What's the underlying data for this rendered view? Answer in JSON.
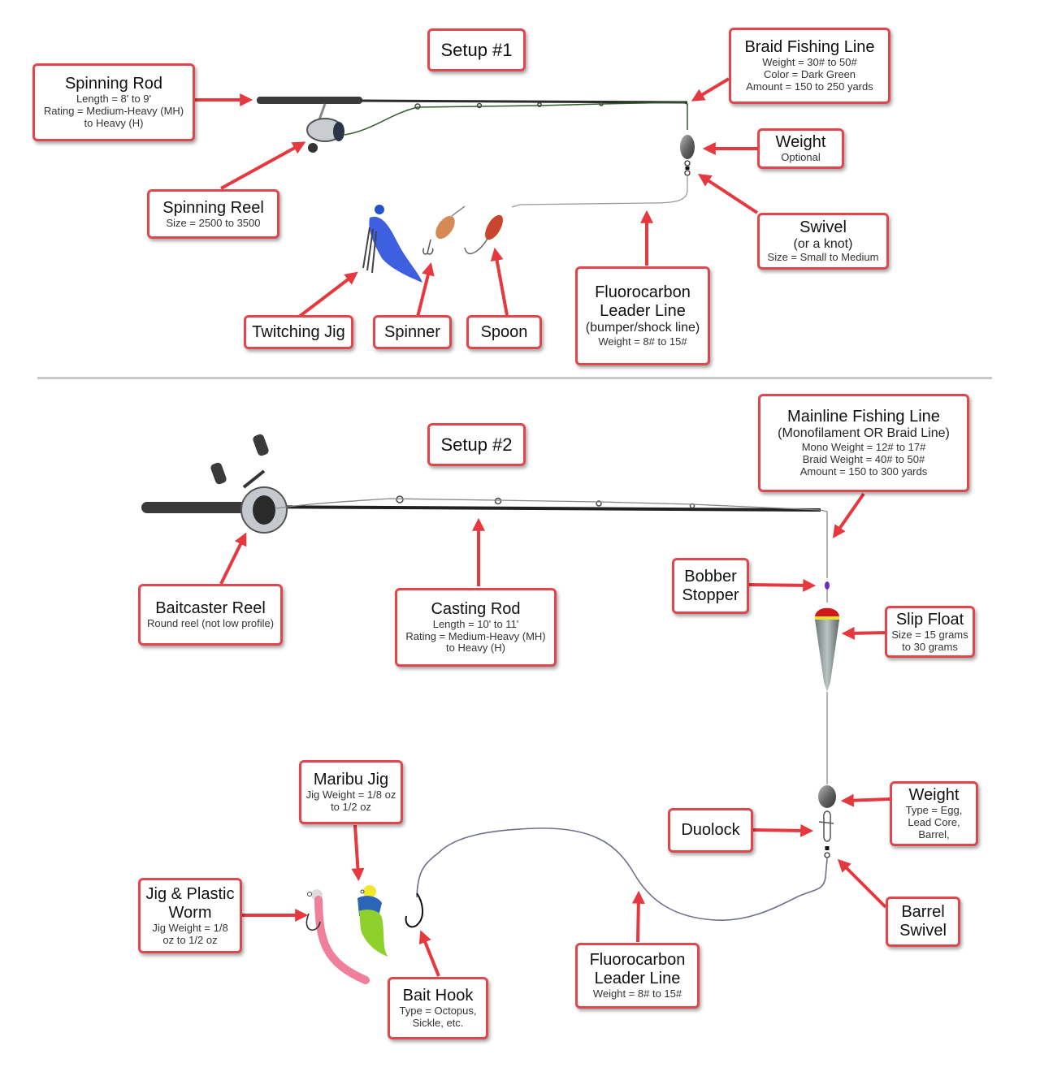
{
  "colors": {
    "callout_border": "#e0474c",
    "arrow": "#e5383f",
    "braid_line": "#2e5e2a",
    "mono_line": "#888888",
    "divider": "#c8c8c8"
  },
  "setup1": {
    "title": "Setup #1",
    "spinning_rod": {
      "title": "Spinning Rod",
      "lines": [
        "Length = 8' to 9'",
        "Rating = Medium-Heavy (MH)",
        "to Heavy (H)"
      ]
    },
    "braid_line": {
      "title": "Braid Fishing Line",
      "lines": [
        "Weight = 30# to 50#",
        "Color = Dark Green",
        "Amount = 150 to 250 yards"
      ]
    },
    "weight": {
      "title": "Weight",
      "lines": [
        "Optional"
      ]
    },
    "swivel": {
      "title": "Swivel",
      "subtitle": "(or a knot)",
      "lines": [
        "Size = Small to Medium"
      ]
    },
    "spinning_reel": {
      "title": "Spinning Reel",
      "lines": [
        "Size = 2500 to 3500"
      ]
    },
    "twitching_jig": {
      "title": "Twitching Jig"
    },
    "spinner": {
      "title": "Spinner"
    },
    "spoon": {
      "title": "Spoon"
    },
    "leader": {
      "title_1": "Fluorocarbon",
      "title_2": "Leader Line",
      "subtitle": "(bumper/shock line)",
      "lines": [
        "Weight = 8# to 15#"
      ]
    }
  },
  "setup2": {
    "title": "Setup #2",
    "mainline": {
      "title": "Mainline Fishing Line",
      "subtitle": "(Monofilament OR Braid Line)",
      "lines": [
        "Mono Weight = 12# to 17#",
        "Braid Weight = 40# to 50#",
        "Amount = 150 to 300 yards"
      ]
    },
    "baitcaster_reel": {
      "title": "Baitcaster Reel",
      "lines": [
        "Round reel (not low profile)"
      ]
    },
    "casting_rod": {
      "title": "Casting Rod",
      "lines": [
        "Length = 10' to 11'",
        "Rating = Medium-Heavy (MH)",
        "to Heavy (H)"
      ]
    },
    "bobber_stopper": {
      "title_1": "Bobber",
      "title_2": "Stopper"
    },
    "slip_float": {
      "title": "Slip Float",
      "lines": [
        "Size = 15 grams",
        "to 30 grams"
      ]
    },
    "weight": {
      "title": "Weight",
      "lines": [
        "Type = Egg,",
        "Lead Core,",
        "Barrel,"
      ]
    },
    "duolock": {
      "title": "Duolock"
    },
    "barrel_swivel": {
      "title_1": "Barrel",
      "title_2": "Swivel"
    },
    "maribu_jig": {
      "title": "Maribu Jig",
      "lines": [
        "Jig Weight = 1/8 oz",
        "to 1/2 oz"
      ]
    },
    "jig_worm": {
      "title_1": "Jig & Plastic",
      "title_2": "Worm",
      "lines": [
        "Jig Weight = 1/8",
        "oz to 1/2 oz"
      ]
    },
    "bait_hook": {
      "title": "Bait Hook",
      "lines": [
        "Type = Octopus,",
        "Sickle, etc."
      ]
    },
    "leader": {
      "title_1": "Fluorocarbon",
      "title_2": "Leader Line",
      "lines": [
        "Weight = 8# to 15#"
      ]
    }
  }
}
